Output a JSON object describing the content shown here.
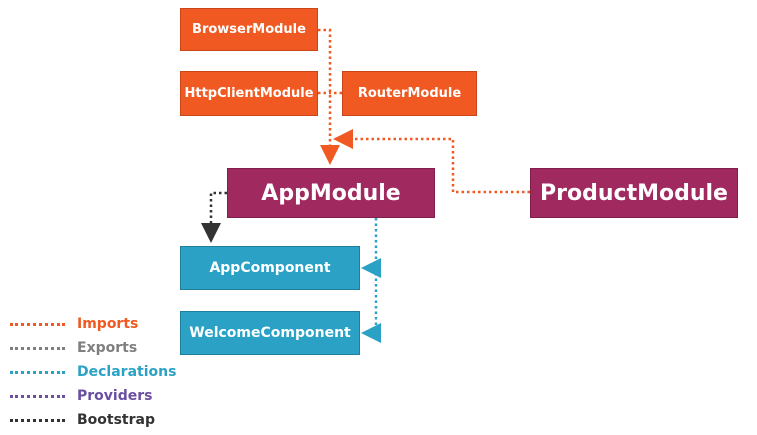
{
  "colors": {
    "imports": "#f05a22",
    "exports": "#7f7f7f",
    "declarations": "#2ba2c5",
    "providers": "#6b4fa0",
    "bootstrap": "#333333",
    "module": "#a02960"
  },
  "nodes": {
    "browser_module": "BrowserModule",
    "http_client_module": "HttpClientModule",
    "router_module": "RouterModule",
    "app_module": "AppModule",
    "product_module": "ProductModule",
    "app_component": "AppComponent",
    "welcome_component": "WelcomeComponent"
  },
  "legend": [
    {
      "label": "Imports",
      "color": "#f05a22"
    },
    {
      "label": "Exports",
      "color": "#7f7f7f"
    },
    {
      "label": "Declarations",
      "color": "#2ba2c5"
    },
    {
      "label": "Providers",
      "color": "#6b4fa0"
    },
    {
      "label": "Bootstrap",
      "color": "#333333"
    }
  ]
}
